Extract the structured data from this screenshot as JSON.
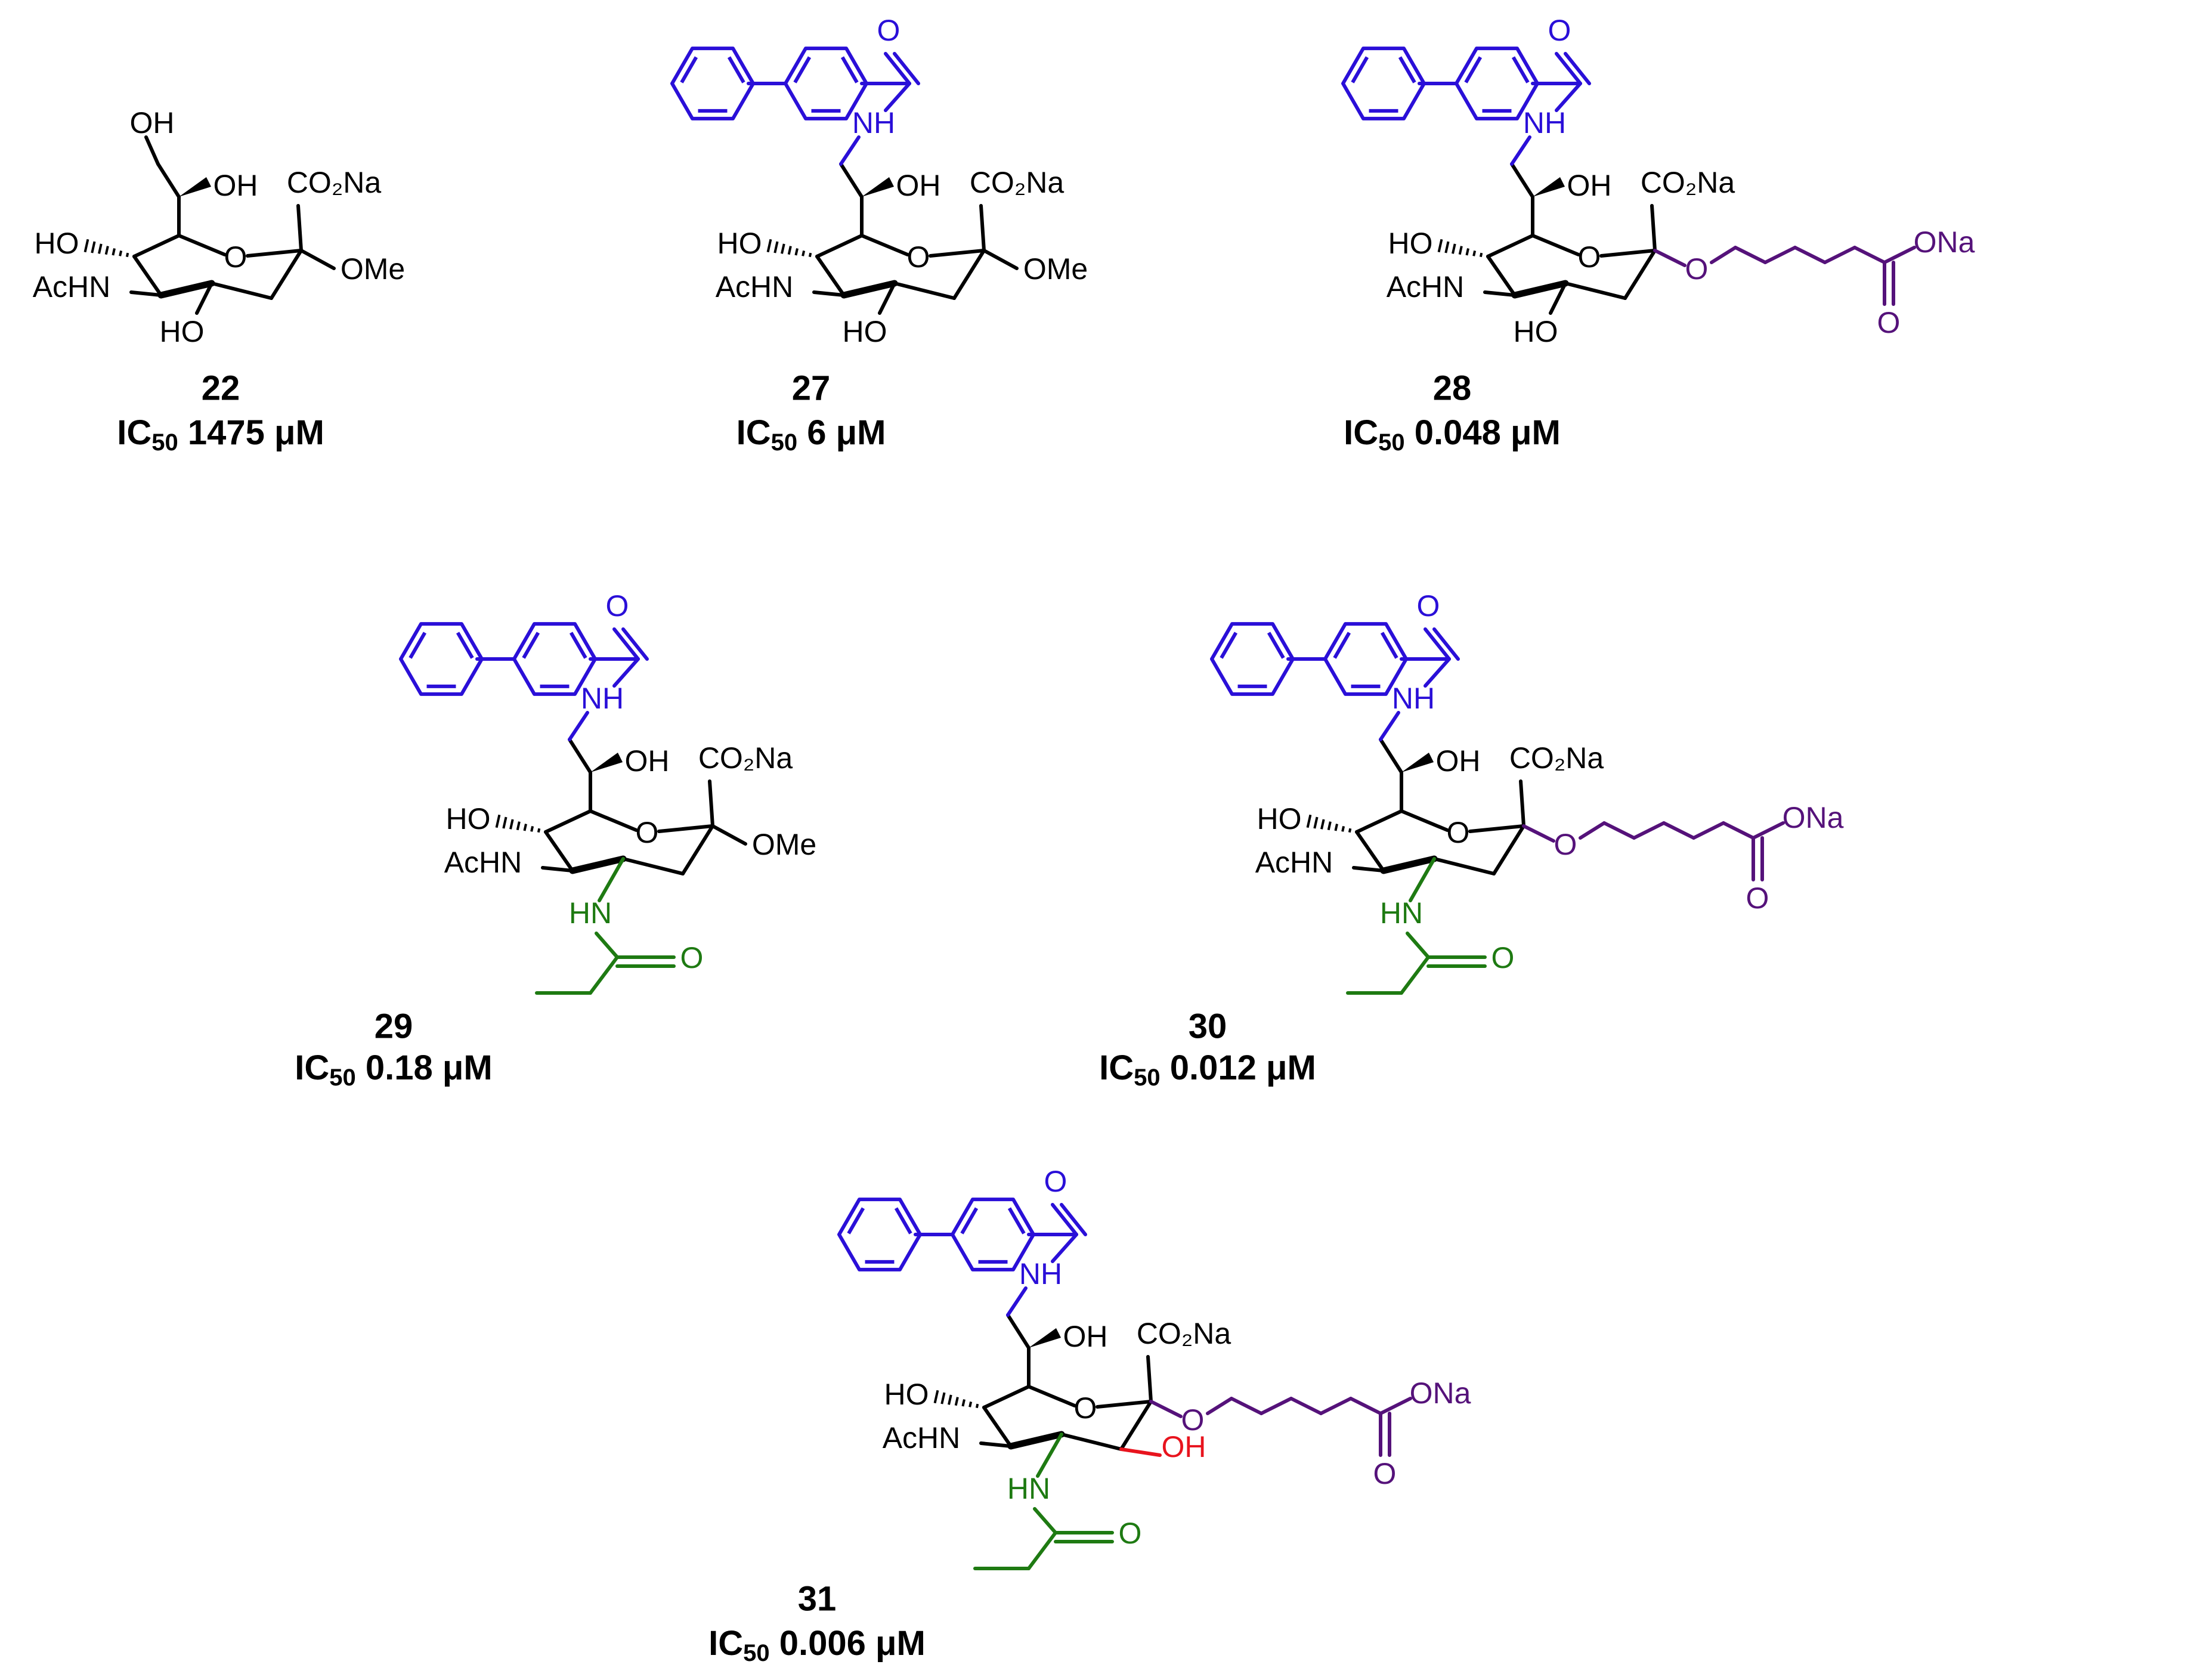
{
  "colors": {
    "core": "#000000",
    "biphenyl_amide": "#2a0fd8",
    "propanamide": "#1e7a12",
    "linker": "#55127a",
    "hydroxyl_3": "#e8141e"
  },
  "atom_labels": {
    "oh": "OH",
    "ho": "HO",
    "o": "O",
    "nh": "NH",
    "hn": "HN",
    "achn": "AcHN",
    "co2na": "CO₂Na",
    "ome": "OMe",
    "ona": "ONa"
  },
  "compounds": [
    {
      "id": "22",
      "ic50_prefix": "IC",
      "ic50_subscript": "50",
      "ic50_value": "1475 μM"
    },
    {
      "id": "27",
      "ic50_prefix": "IC",
      "ic50_subscript": "50",
      "ic50_value": "6 μM"
    },
    {
      "id": "28",
      "ic50_prefix": "IC",
      "ic50_subscript": "50",
      "ic50_value": "0.048 μM"
    },
    {
      "id": "29",
      "ic50_prefix": "IC",
      "ic50_subscript": "50",
      "ic50_value": "0.18 μM"
    },
    {
      "id": "30",
      "ic50_prefix": "IC",
      "ic50_subscript": "50",
      "ic50_value": "0.012 μM"
    },
    {
      "id": "31",
      "ic50_prefix": "IC",
      "ic50_subscript": "50",
      "ic50_value": "0.006 μM"
    }
  ]
}
